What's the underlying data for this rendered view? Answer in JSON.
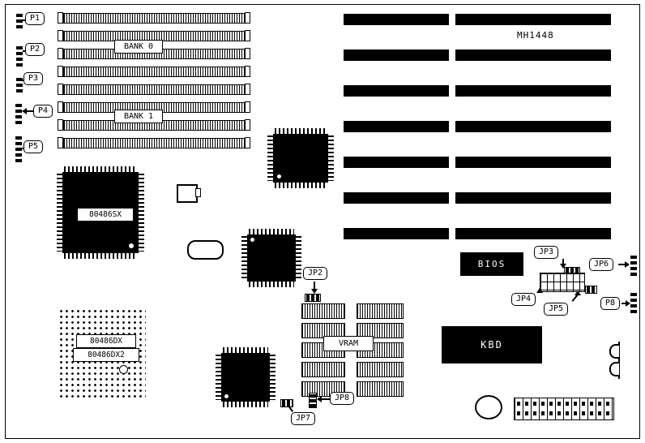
{
  "board": {
    "model_label": "MH1448"
  },
  "connectors": {
    "p1": "P1",
    "p2": "P2",
    "p3": "P3",
    "p4": "P4",
    "p5": "P5",
    "p8": "P8"
  },
  "jumpers": {
    "jp2": "JP2",
    "jp3": "JP3",
    "jp4": "JP4",
    "jp5": "JP5",
    "jp6": "JP6",
    "jp7": "JP7",
    "jp8": "JP8"
  },
  "memory": {
    "bank0_label": "BANK 0",
    "bank1_label": "BANK 1",
    "vram_label": "VRAM"
  },
  "chips": {
    "cpu_sx_label": "80486SX",
    "cpu_dx_label": "80486DX",
    "cpu_dx2_label": "80486DX2",
    "bios_label": "BIOS",
    "keyboard_label": "KBD"
  },
  "colors": {
    "line": "#000000",
    "background": "#ffffff"
  }
}
